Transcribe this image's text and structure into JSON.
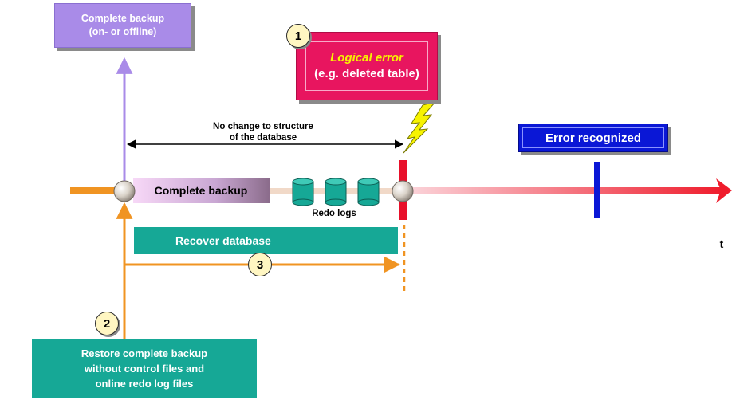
{
  "complete_backup_box": {
    "line1": "Complete backup",
    "line2": "(on- or offline)"
  },
  "logical_error_box": {
    "line1": "Logical error",
    "line2": "(e.g. deleted table)"
  },
  "no_change_label": {
    "line1": "No change to structure",
    "line2": "of the database"
  },
  "error_recognized_label": "Error recognized",
  "complete_backup_bar_label": "Complete backup",
  "redo_logs_label": "Redo logs",
  "recover_database_label": "Recover database",
  "time_axis_label": "t",
  "restore_box": {
    "line1": "Restore complete backup",
    "line2": "without control files and",
    "line3": "online redo log files"
  },
  "steps": [
    "1",
    "2",
    "3"
  ],
  "colors": {
    "purple_box": "#a98be8",
    "magenta_box": "#e8155f",
    "teal": "#16a896",
    "blue_box": "#0a17d6",
    "orange": "#f09422",
    "red_marker": "#e8102a"
  }
}
